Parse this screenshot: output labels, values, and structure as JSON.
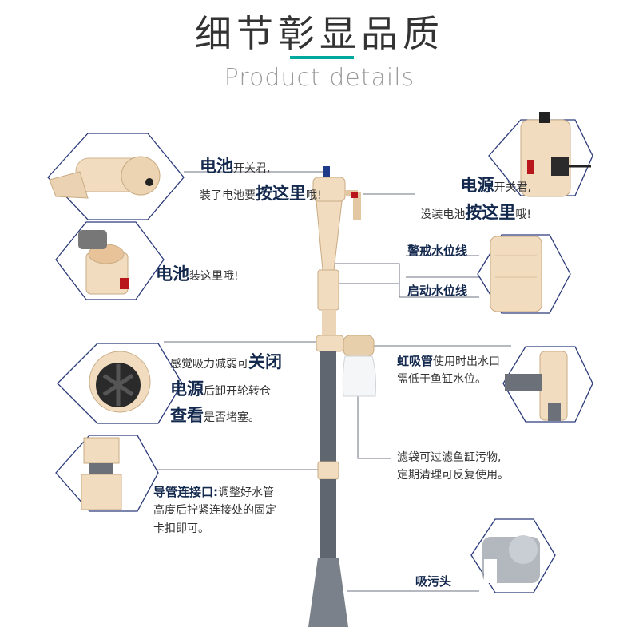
{
  "header": {
    "title": "细节彰显品质",
    "subtitle": "Product details",
    "accent_color": "#00a99d"
  },
  "callouts": {
    "battery_switch": {
      "a": "电池",
      "b": "开关君,",
      "c": "装了电池要",
      "d": "按这里",
      "e": "哦!"
    },
    "power_switch": {
      "a": "电源",
      "b": "开关君,",
      "c": "没装电池",
      "d": "按这里",
      "e": "哦!"
    },
    "battery_slot": {
      "a": "电池",
      "b": "装这里哦!"
    },
    "warning_line": "警戒水位线",
    "start_line": "启动水位线",
    "power_check": {
      "a": "感觉吸力减弱可",
      "b": "关闭",
      "c": "电源",
      "d": "后卸开轮转仓",
      "e": "查看",
      "f": "是否堵塞。"
    },
    "siphon": {
      "a": "虹吸管",
      "b": "使用时出水口",
      "c": "需低于鱼缸水位。"
    },
    "filter_bag": {
      "line1": "滤袋可过滤鱼缸污物,",
      "line2": "定期清理可反复使用。"
    },
    "connector": {
      "a": "导管连接口:",
      "b": "调整好水管",
      "c": "高度后拧紧连接处的固定",
      "d": "卡扣即可。"
    },
    "suction_head": "吸污头"
  },
  "icons": {
    "hex_frame": "hexagon-frame-icon",
    "pump": "gravel-cleaner-pump-icon"
  },
  "colors": {
    "heading_dark": "#13284d",
    "frame_border": "#2b3a7a",
    "body_beige": "#f1dcc0",
    "tube_gray": "#6b7079"
  }
}
